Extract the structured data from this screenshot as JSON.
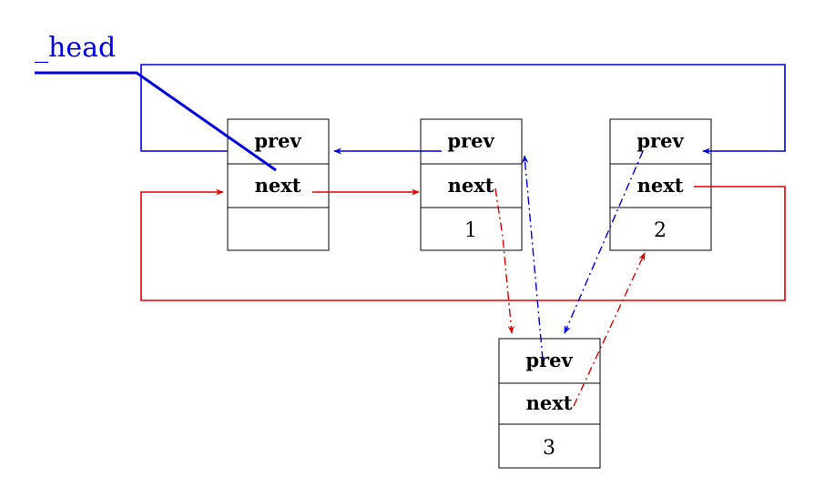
{
  "head_label": "_head",
  "nodes": [
    {
      "prev_label": "prev",
      "next_label": "next",
      "value": ""
    },
    {
      "prev_label": "prev",
      "next_label": "next",
      "value": "1"
    },
    {
      "prev_label": "prev",
      "next_label": "next",
      "value": "2"
    },
    {
      "prev_label": "prev",
      "next_label": "next",
      "value": "3"
    }
  ],
  "colors": {
    "prev_links": "#0000e0",
    "next_links": "#e00000",
    "outline": "#000000"
  }
}
